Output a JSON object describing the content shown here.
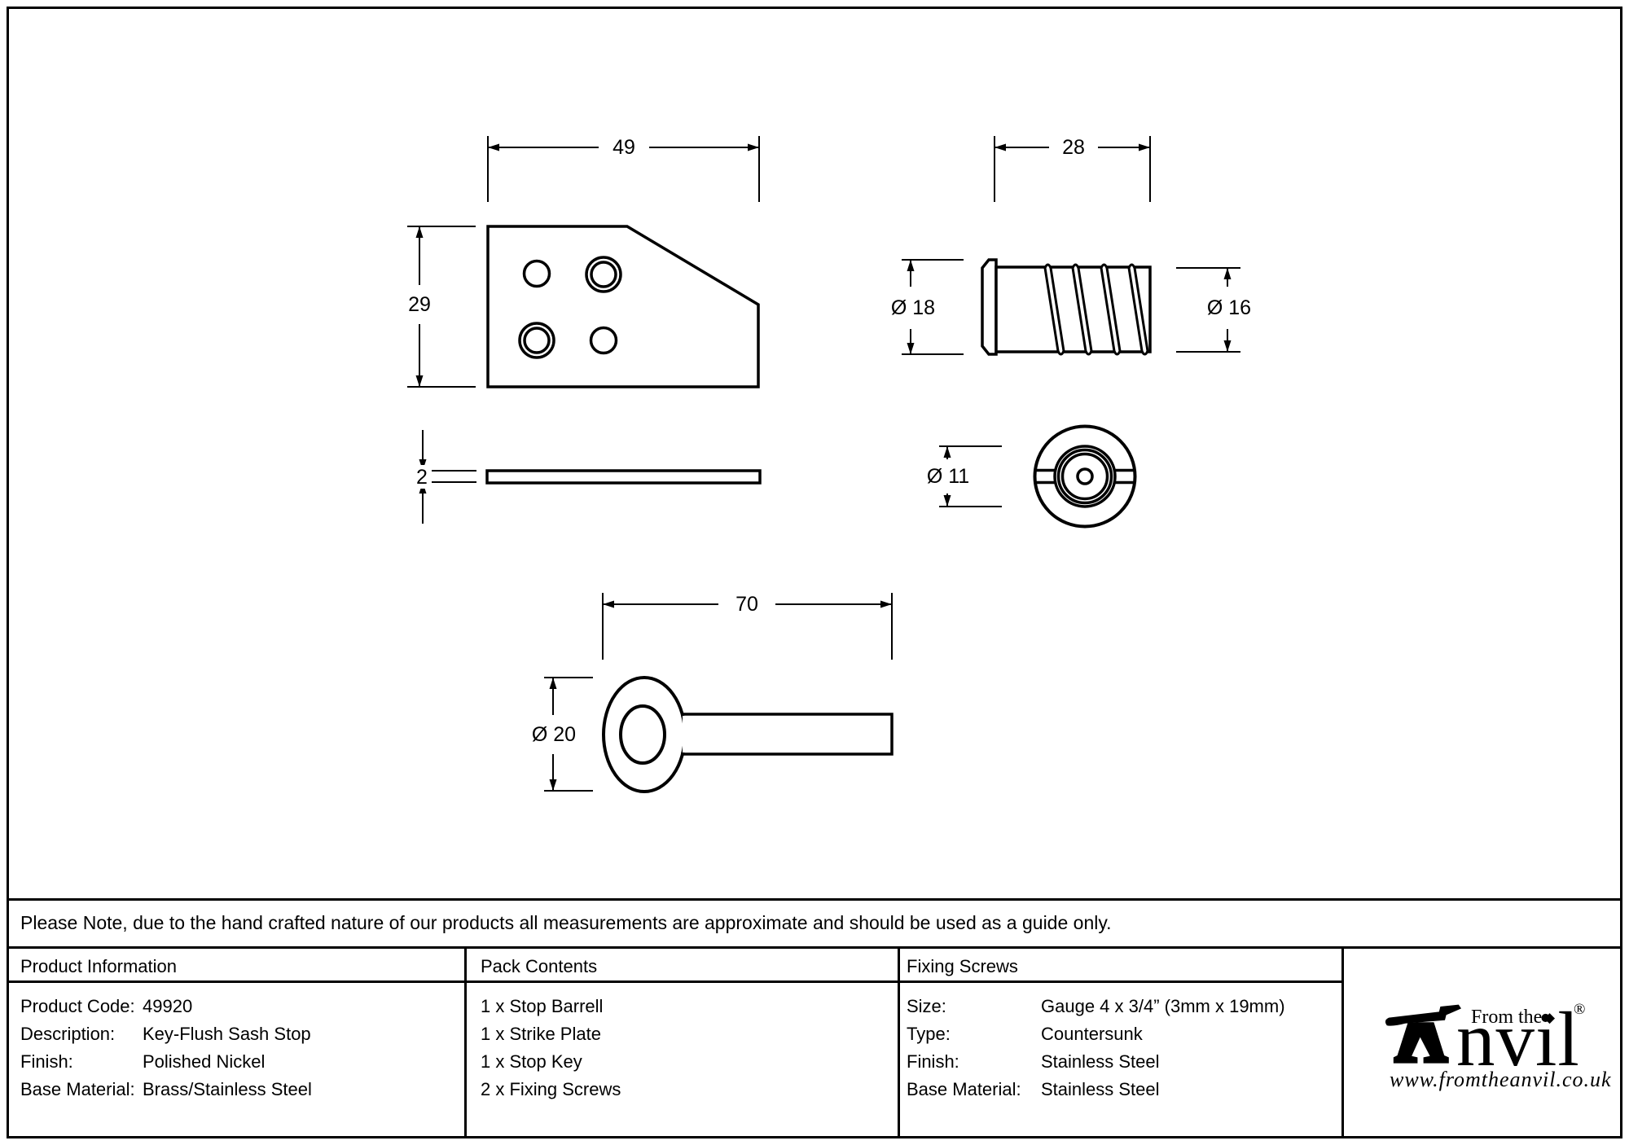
{
  "note": "Please Note, due to the hand crafted nature of our products all measurements are approximate and should be used as a guide only.",
  "dimensions": {
    "strike_plate_width": "49",
    "strike_plate_height": "29",
    "strike_plate_thickness": "2",
    "barrel_length": "28",
    "barrel_flange_diameter": "Ø 18",
    "barrel_body_diameter": "Ø 16",
    "barrel_face_diameter": "Ø 11",
    "key_length": "70",
    "key_bow_diameter": "Ø 20"
  },
  "table": {
    "product_information": {
      "header": "Product Information",
      "rows": [
        {
          "label": "Product Code:",
          "value": "49920"
        },
        {
          "label": "Description:",
          "value": "Key-Flush Sash Stop"
        },
        {
          "label": "Finish:",
          "value": "Polished Nickel"
        },
        {
          "label": "Base Material:",
          "value": "Brass/Stainless Steel"
        }
      ]
    },
    "pack_contents": {
      "header": "Pack Contents",
      "items": [
        "1 x Stop Barrell",
        "1 x Strike Plate",
        "1 x Stop Key",
        "2 x Fixing Screws"
      ]
    },
    "fixing_screws": {
      "header": "Fixing Screws",
      "rows": [
        {
          "label": "Size:",
          "value": "Gauge 4 x 3/4” (3mm x 19mm)"
        },
        {
          "label": "Type:",
          "value": "Countersunk"
        },
        {
          "label": "Finish:",
          "value": "Stainless Steel"
        },
        {
          "label": "Base Material:",
          "value": "Stainless Steel"
        }
      ]
    }
  },
  "logo": {
    "prefix": "From the",
    "name": "nvil",
    "diamond": "◆",
    "registered": "®",
    "url": "www.fromtheanvil.co.uk"
  },
  "colors": {
    "ink": "#000000",
    "background": "#ffffff"
  }
}
